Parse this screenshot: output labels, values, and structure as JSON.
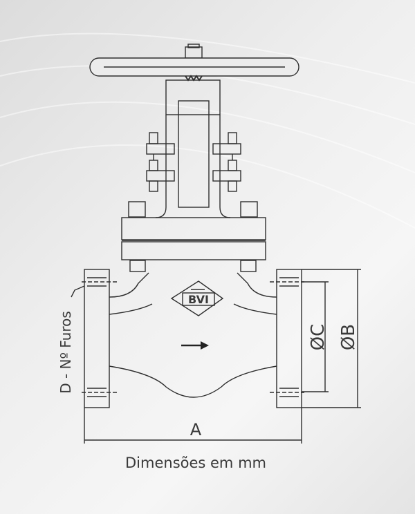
{
  "logo": {
    "text": "BVI"
  },
  "dimensions": {
    "a_label": "A",
    "b_label": "ØB",
    "c_label": "ØC",
    "d_label": "D - Nº Furos"
  },
  "caption": "Dimensões em mm"
}
